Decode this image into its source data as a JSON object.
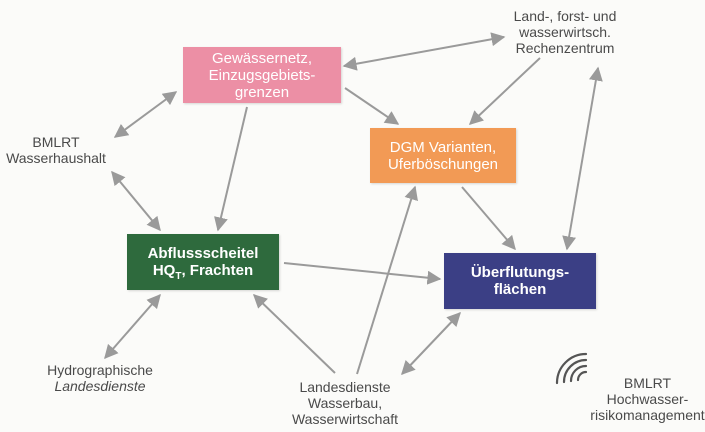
{
  "nodes": {
    "gewaesser": {
      "lines": [
        "Gewässernetz,",
        "Einzugsgebiets-",
        "grenzen"
      ],
      "color": "#ec8fa5"
    },
    "dgm": {
      "lines": [
        "DGM Varianten,",
        "Uferböschungen"
      ],
      "color": "#f29a55"
    },
    "abfluss": {
      "line1": "Abflussscheitel",
      "hq": "HQ",
      "hq_sub": "T",
      "line2_rest": ", Frachten",
      "color": "#2e6a3d"
    },
    "ueber": {
      "lines": [
        "Überflutungs-",
        "flächen"
      ],
      "color": "#3b3f85"
    }
  },
  "labels": {
    "rechen": [
      "Land-, forst- und",
      "wasserwirtsch.",
      "Rechenzentrum"
    ],
    "bmlrt_wh": [
      "BMLRT",
      "Wasserhaushalt"
    ],
    "hydro": [
      "Hydrographische",
      "Landesdienste"
    ],
    "landes": [
      "Landesdienste",
      "Wasserbau,",
      "Wasserwirtschaft"
    ],
    "hwrm": [
      "BMLRT",
      "Hochwasser-",
      "risikomanagement"
    ]
  },
  "icons": {
    "hwrm": "signal-waves-icon"
  },
  "colors": {
    "arrow": "#9a9a9a",
    "label_text": "#4a4a4a"
  },
  "edges": [
    {
      "from": "gewaesser",
      "to": "rechen",
      "direction": "both"
    },
    {
      "from": "gewaesser",
      "to": "bmlrt_wh",
      "direction": "both"
    },
    {
      "from": "gewaesser",
      "to": "dgm",
      "direction": "forward"
    },
    {
      "from": "gewaesser",
      "to": "abfluss",
      "direction": "forward"
    },
    {
      "from": "rechen",
      "to": "dgm",
      "direction": "forward"
    },
    {
      "from": "rechen",
      "to": "ueber",
      "direction": "both"
    },
    {
      "from": "bmlrt_wh",
      "to": "abfluss",
      "direction": "both"
    },
    {
      "from": "dgm",
      "to": "ueber",
      "direction": "forward"
    },
    {
      "from": "abfluss",
      "to": "ueber",
      "direction": "forward"
    },
    {
      "from": "hydro",
      "to": "abfluss",
      "direction": "both"
    },
    {
      "from": "landes",
      "to": "abfluss",
      "direction": "forward"
    },
    {
      "from": "landes",
      "to": "dgm",
      "direction": "forward"
    },
    {
      "from": "landes",
      "to": "ueber",
      "direction": "both"
    }
  ]
}
